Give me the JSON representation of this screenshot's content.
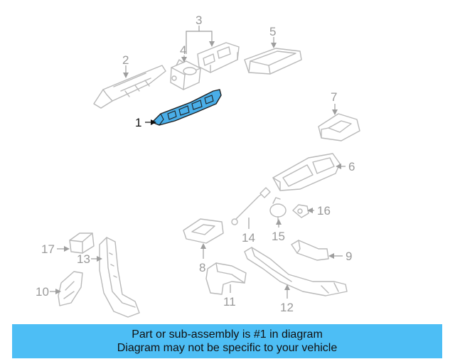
{
  "diagram": {
    "callouts": {
      "c1": "1",
      "c2": "2",
      "c3": "3",
      "c4": "4",
      "c5": "5",
      "c6": "6",
      "c7": "7",
      "c8": "8",
      "c9": "9",
      "c10": "10",
      "c11": "11",
      "c12": "12",
      "c13": "13",
      "c14": "14",
      "c15": "15",
      "c16": "16",
      "c17": "17"
    },
    "highlighted_part": "1",
    "highlight_color": "#4aaee8",
    "line_color": "#b9b9b9"
  },
  "banner": {
    "line1": "Part or sub-assembly is #1 in diagram",
    "line2": "Diagram may not be specific to your vehicle",
    "background": "#4dbef5"
  }
}
